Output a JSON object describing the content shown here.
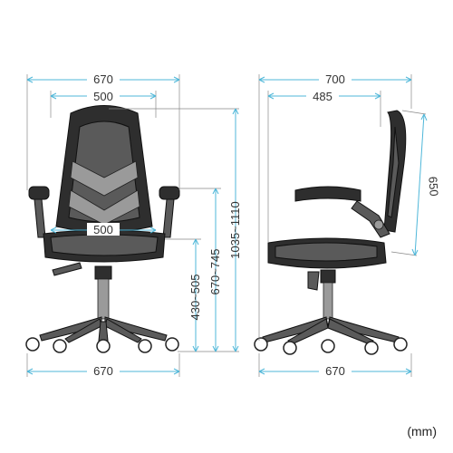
{
  "front_view": {
    "overall_width": "670",
    "back_width": "500",
    "seat_width": "500",
    "base_width": "670",
    "seat_height": "430~505",
    "armrest_height": "670~745",
    "total_height": "1035~1110"
  },
  "side_view": {
    "overall_depth": "700",
    "seat_depth": "485",
    "backrest_height": "650",
    "base_depth": "670"
  },
  "unit": "(mm)",
  "colors": {
    "dimension_line": "#4fb7d9",
    "chair_body": "#2e2e2e",
    "chair_panel": "#9a9a9a"
  }
}
